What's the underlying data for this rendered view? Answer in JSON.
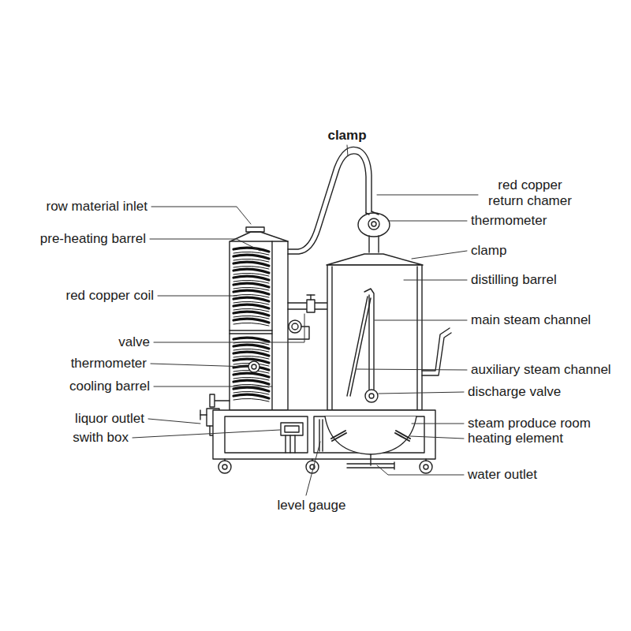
{
  "diagram": {
    "labels": [
      "clamp",
      "row material inlet",
      "pre-heating barrel",
      "red copper coil",
      "valve",
      "thermometer",
      "cooling barrel",
      "liquor outlet",
      "swith box",
      "red copper return chamer",
      "thermometer",
      "clamp",
      "distilling barrel",
      "main steam channel",
      "auxiliary steam channel",
      "discharge valve",
      "steam produce room",
      "heating element",
      "water outlet",
      "level gauge"
    ]
  }
}
